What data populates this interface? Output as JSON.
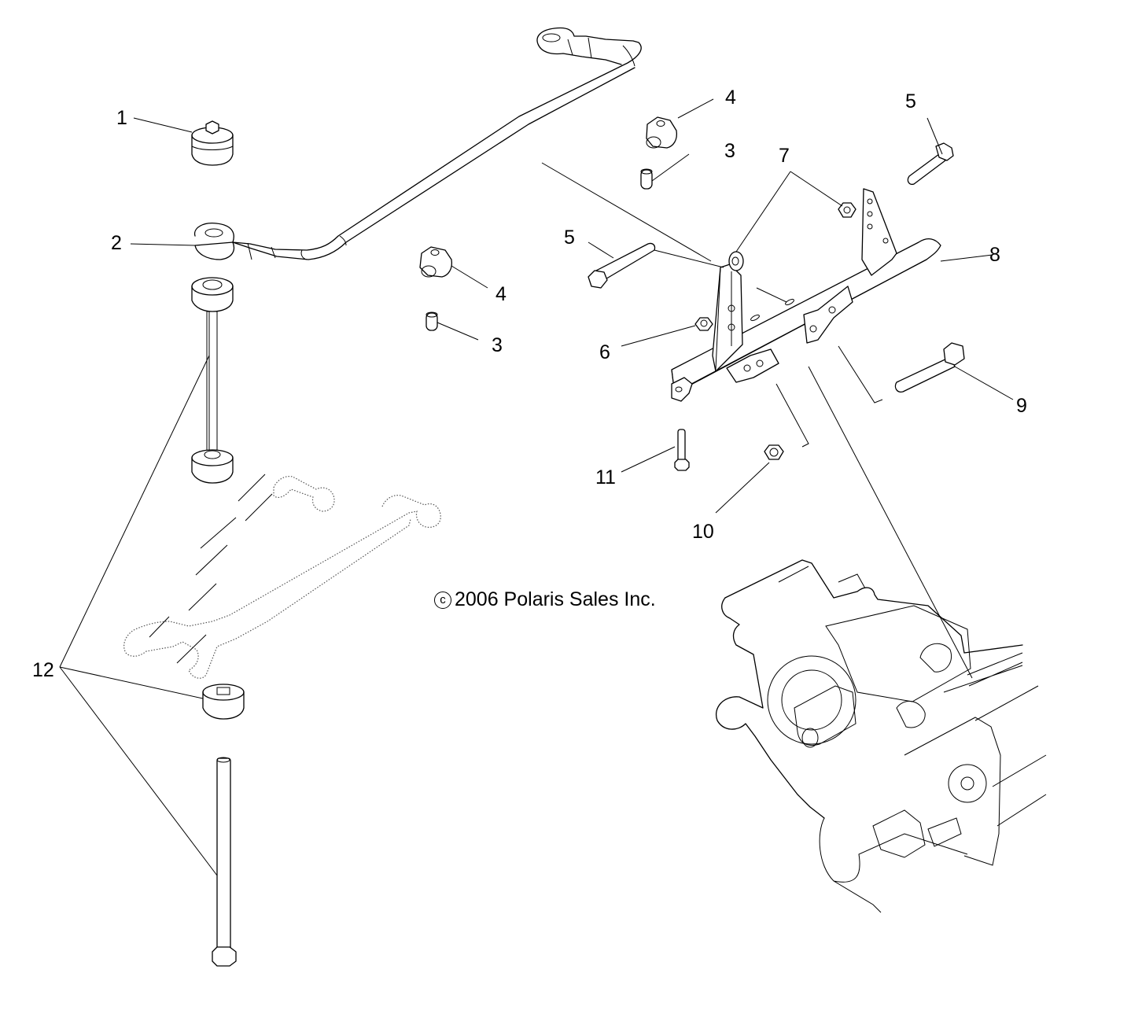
{
  "diagram": {
    "copyright": "2006 Polaris Sales Inc.",
    "copyright_symbol": "c",
    "callouts": [
      {
        "id": "c1",
        "label": "1",
        "part": "bushing"
      },
      {
        "id": "c2",
        "label": "2",
        "part": "stabilizer-bar"
      },
      {
        "id": "c3a",
        "label": "3",
        "part": "sleeve"
      },
      {
        "id": "c3b",
        "label": "3",
        "part": "sleeve"
      },
      {
        "id": "c4a",
        "label": "4",
        "part": "bar-bushing"
      },
      {
        "id": "c4b",
        "label": "4",
        "part": "bar-bushing"
      },
      {
        "id": "c5a",
        "label": "5",
        "part": "bolt"
      },
      {
        "id": "c5b",
        "label": "5",
        "part": "bolt"
      },
      {
        "id": "c6",
        "label": "6",
        "part": "nut"
      },
      {
        "id": "c7",
        "label": "7",
        "part": "nut-and-washer"
      },
      {
        "id": "c8",
        "label": "8",
        "part": "mount-bracket"
      },
      {
        "id": "c9",
        "label": "9",
        "part": "bolt"
      },
      {
        "id": "c10",
        "label": "10",
        "part": "nut"
      },
      {
        "id": "c11",
        "label": "11",
        "part": "bolt"
      },
      {
        "id": "c12",
        "label": "12",
        "part": "link-assembly"
      }
    ]
  }
}
